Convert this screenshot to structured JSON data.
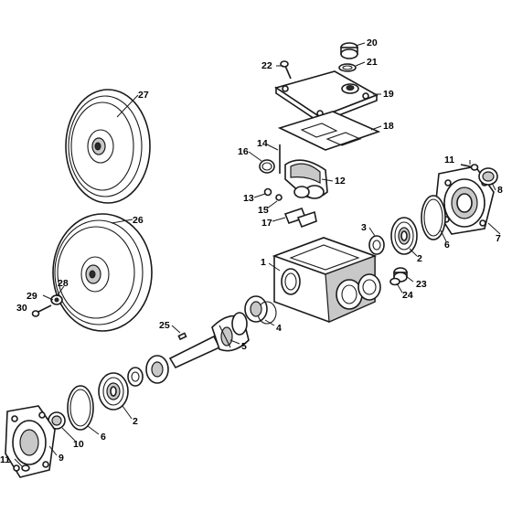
{
  "diagram": {
    "callouts": {
      "c1": "1",
      "c2a": "2",
      "c2b": "2",
      "c3": "3",
      "c4": "4",
      "c5": "5",
      "c6a": "6",
      "c6b": "6",
      "c7": "7",
      "c8": "8",
      "c9": "9",
      "c10": "10",
      "c11a": "11",
      "c11b": "11",
      "c12": "12",
      "c13": "13",
      "c14": "14",
      "c15": "15",
      "c16": "16",
      "c17": "17",
      "c18": "18",
      "c19": "19",
      "c20": "20",
      "c21": "21",
      "c22": "22",
      "c23": "23",
      "c24": "24",
      "c25": "25",
      "c26": "26",
      "c27": "27",
      "c28": "28",
      "c29": "29",
      "c30": "30"
    }
  }
}
